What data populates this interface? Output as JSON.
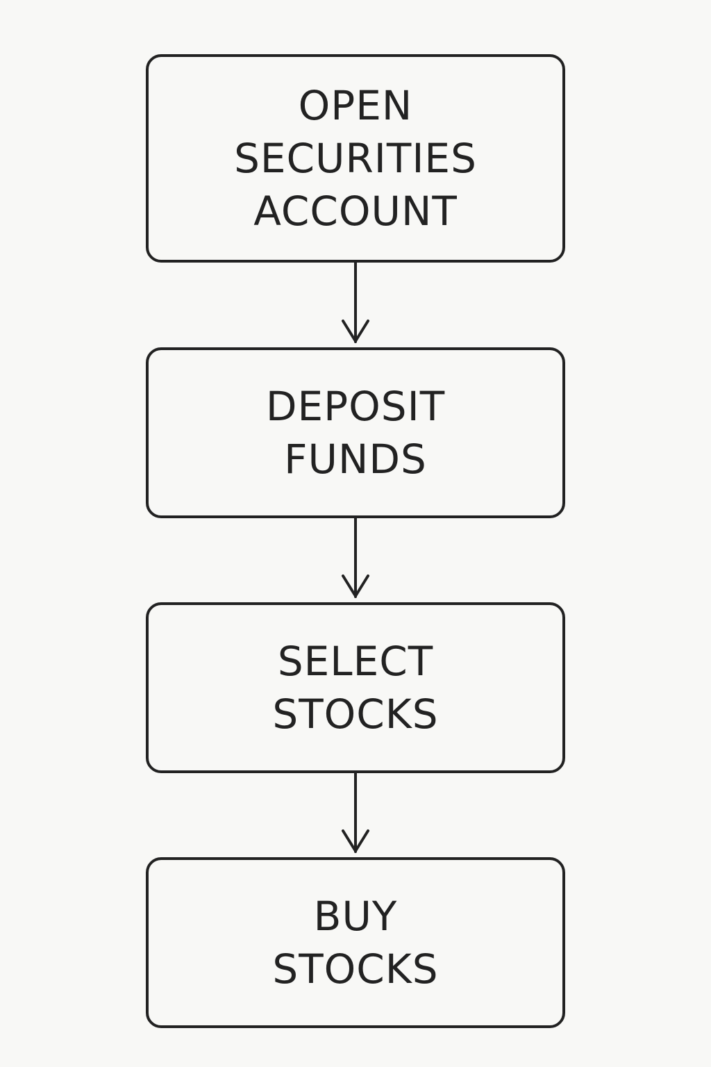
{
  "colors": {
    "background": "#f8f8f6",
    "stroke": "#222222",
    "text": "#222222",
    "box_fill": "#f8f8f6"
  },
  "steps": [
    {
      "lines": [
        "OPEN",
        "SECURITIES",
        "ACCOUNT"
      ]
    },
    {
      "lines": [
        "DEPOSIT",
        "FUNDS"
      ]
    },
    {
      "lines": [
        "SELECT",
        "STOCKS"
      ]
    },
    {
      "lines": [
        "BUY",
        "STOCKS"
      ]
    }
  ]
}
